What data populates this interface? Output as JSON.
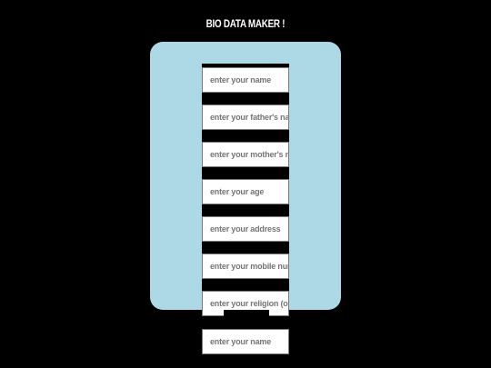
{
  "header": {
    "title": "BIO DATA MAKER !"
  },
  "form": {
    "fields": [
      {
        "placeholder": "enter your name"
      },
      {
        "placeholder": "enter your father's name"
      },
      {
        "placeholder": "enter your mother's name"
      },
      {
        "placeholder": "enter your age"
      },
      {
        "placeholder": "enter your address"
      },
      {
        "placeholder": "enter your mobile number"
      },
      {
        "placeholder": "enter your religion (optional)"
      },
      {
        "placeholder": "enter your name"
      }
    ]
  },
  "colors": {
    "background": "#000000",
    "card": "#add8e6",
    "field": "#ffffff",
    "placeholder": "#757575"
  }
}
